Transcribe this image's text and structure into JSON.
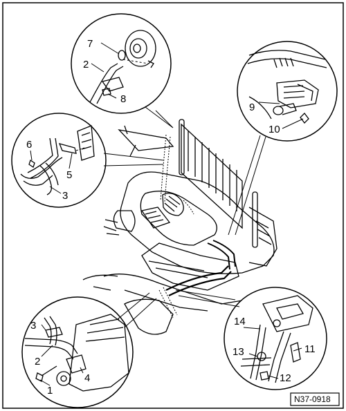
{
  "figure_ref": "N37-0918",
  "callouts": {
    "top": [
      "7",
      "2",
      "8"
    ],
    "left": [
      "6",
      "5",
      "3"
    ],
    "right": [
      "9",
      "10"
    ],
    "bottom_left": [
      "3",
      "2",
      "4",
      "1"
    ],
    "bottom_right": [
      "14",
      "13",
      "11",
      "12"
    ]
  }
}
